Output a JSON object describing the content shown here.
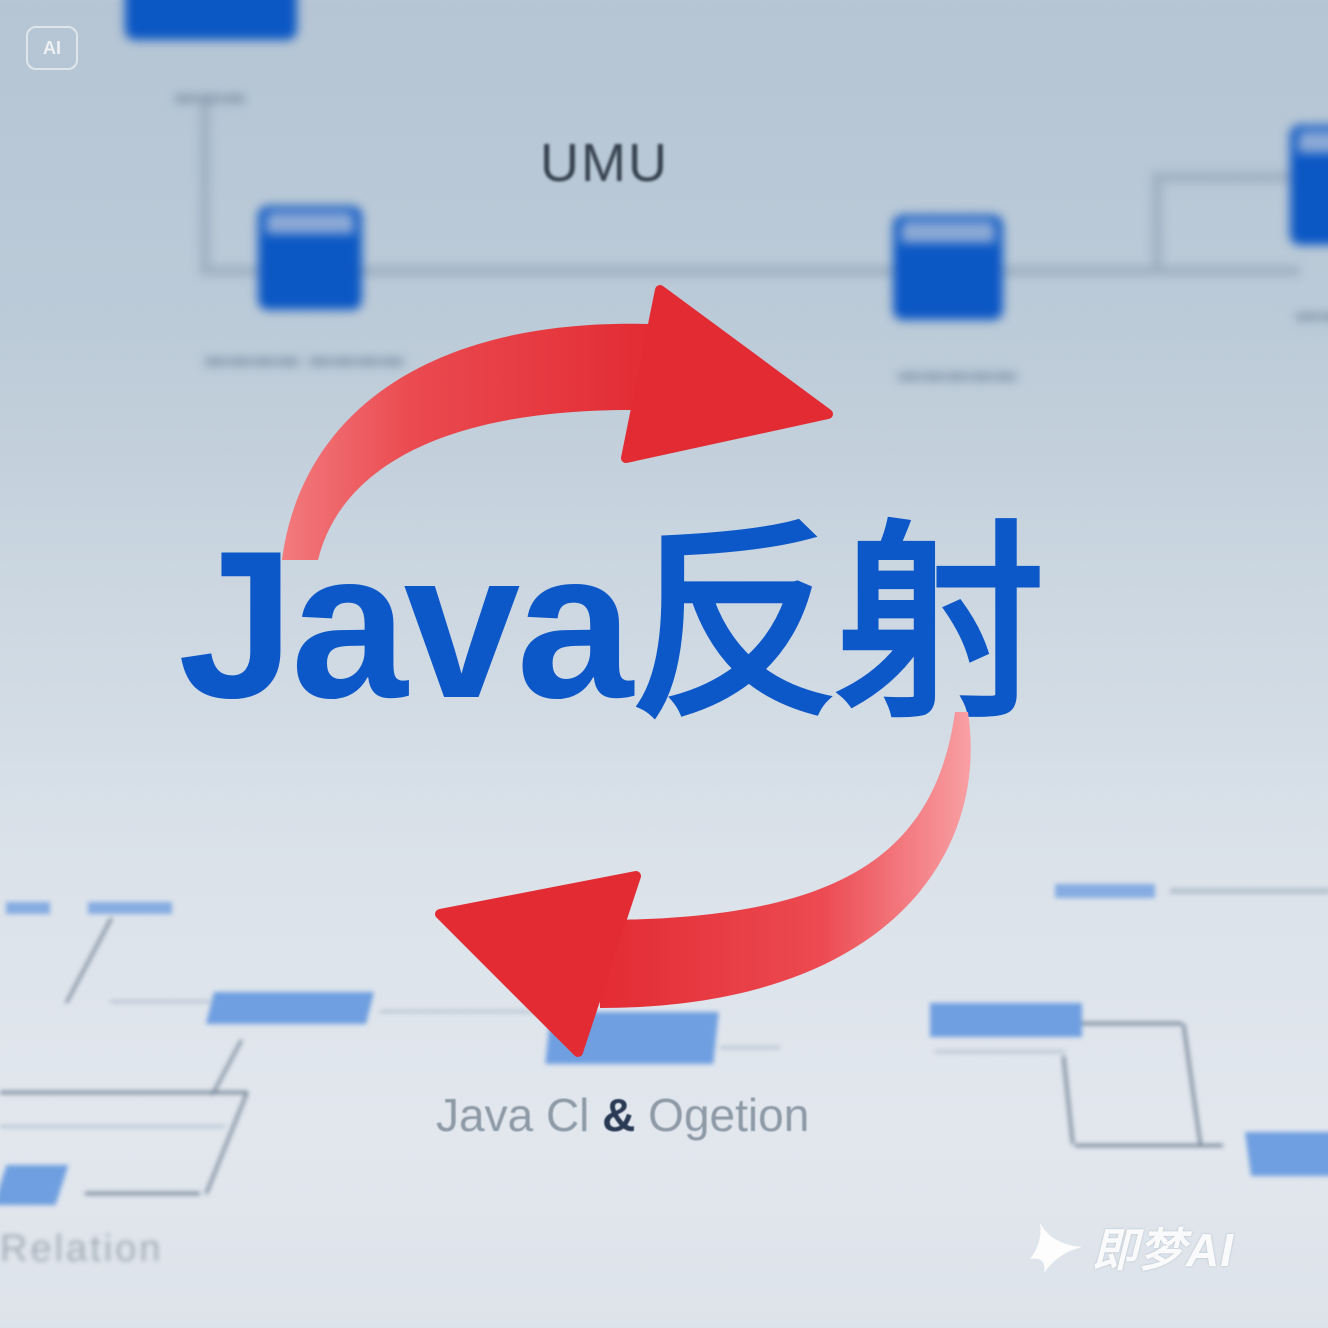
{
  "badge": {
    "label": "AI"
  },
  "background_diagram": {
    "header_label": "UMU",
    "top_nodes": [
      {
        "id": "node-top-left",
        "label": ""
      },
      {
        "id": "node-mid-left",
        "label": ""
      },
      {
        "id": "node-mid-right",
        "label": ""
      },
      {
        "id": "node-far-right",
        "label": ""
      }
    ],
    "bottom_left_label": "Relation",
    "caption": {
      "prefix": "Java Cl ",
      "ampersand": "&",
      "suffix": " Ogetion"
    }
  },
  "title": {
    "text": "Java反射"
  },
  "arrows": {
    "color": "#e52b33",
    "top_direction": "right",
    "bottom_direction": "left"
  },
  "colors": {
    "title_blue": "#0d58c8",
    "node_blue": "#0b57c4",
    "light_node_blue": "#6f9fe0",
    "arrow_red": "#e52b33"
  },
  "watermark": {
    "text": "即梦AI"
  }
}
